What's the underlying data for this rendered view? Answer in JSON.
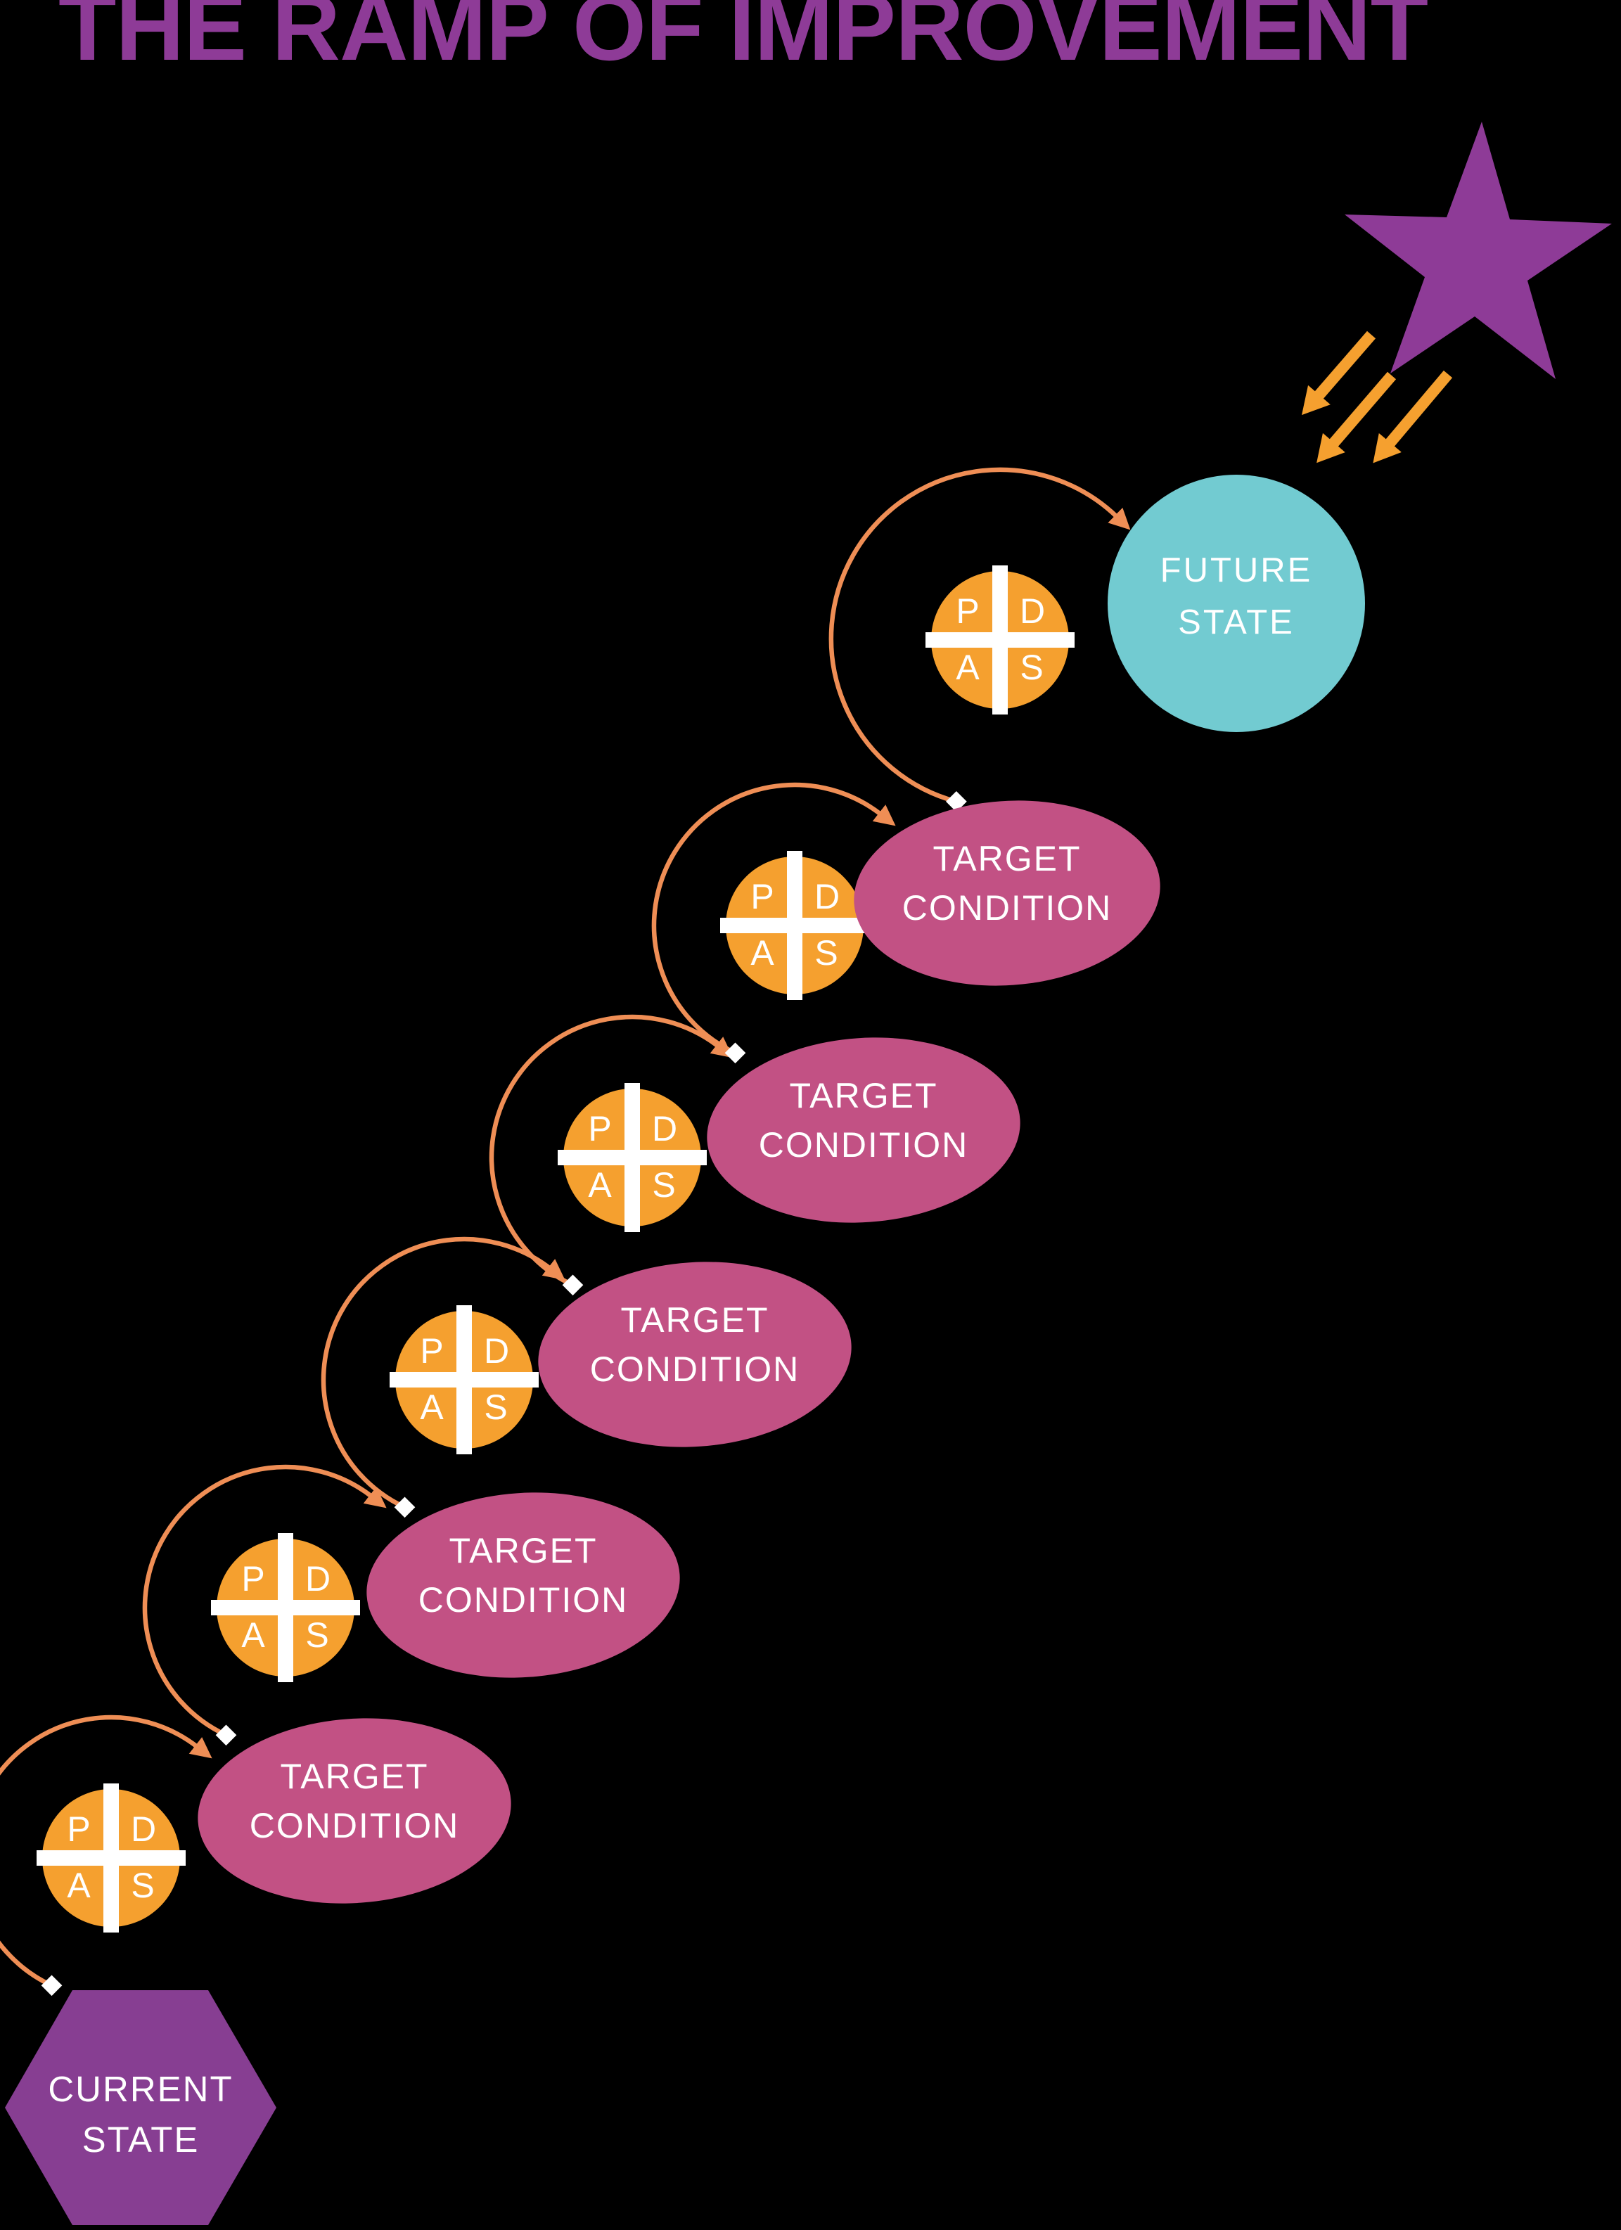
{
  "title": "THE RAMP OF IMPROVEMENT",
  "nodes": {
    "current_state": {
      "line1": "CURRENT",
      "line2": "STATE"
    },
    "target_condition": {
      "line1": "TARGET",
      "line2": "CONDITION"
    },
    "future_state": {
      "line1": "FUTURE",
      "line2": "STATE"
    },
    "pdsa": {
      "top_left": "P",
      "top_right": "D",
      "bottom_left": "A",
      "bottom_right": "S"
    }
  },
  "counts": {
    "pdsa_cycles": 6,
    "target_conditions": 5,
    "star_arrows": 3
  },
  "colors": {
    "background": "#000000",
    "title": "#8e3b97",
    "star": "#8e3b97",
    "hexagon": "#873e92",
    "ellipse": "#c25184",
    "pdsa_circle": "#f5a02f",
    "cross": "#ffffff",
    "arc": "#ef8e55",
    "arrows": "#f5a02f",
    "future_circle": "#72cbd1",
    "text": "#ffffff",
    "connector_diamond": "#ffffff"
  }
}
